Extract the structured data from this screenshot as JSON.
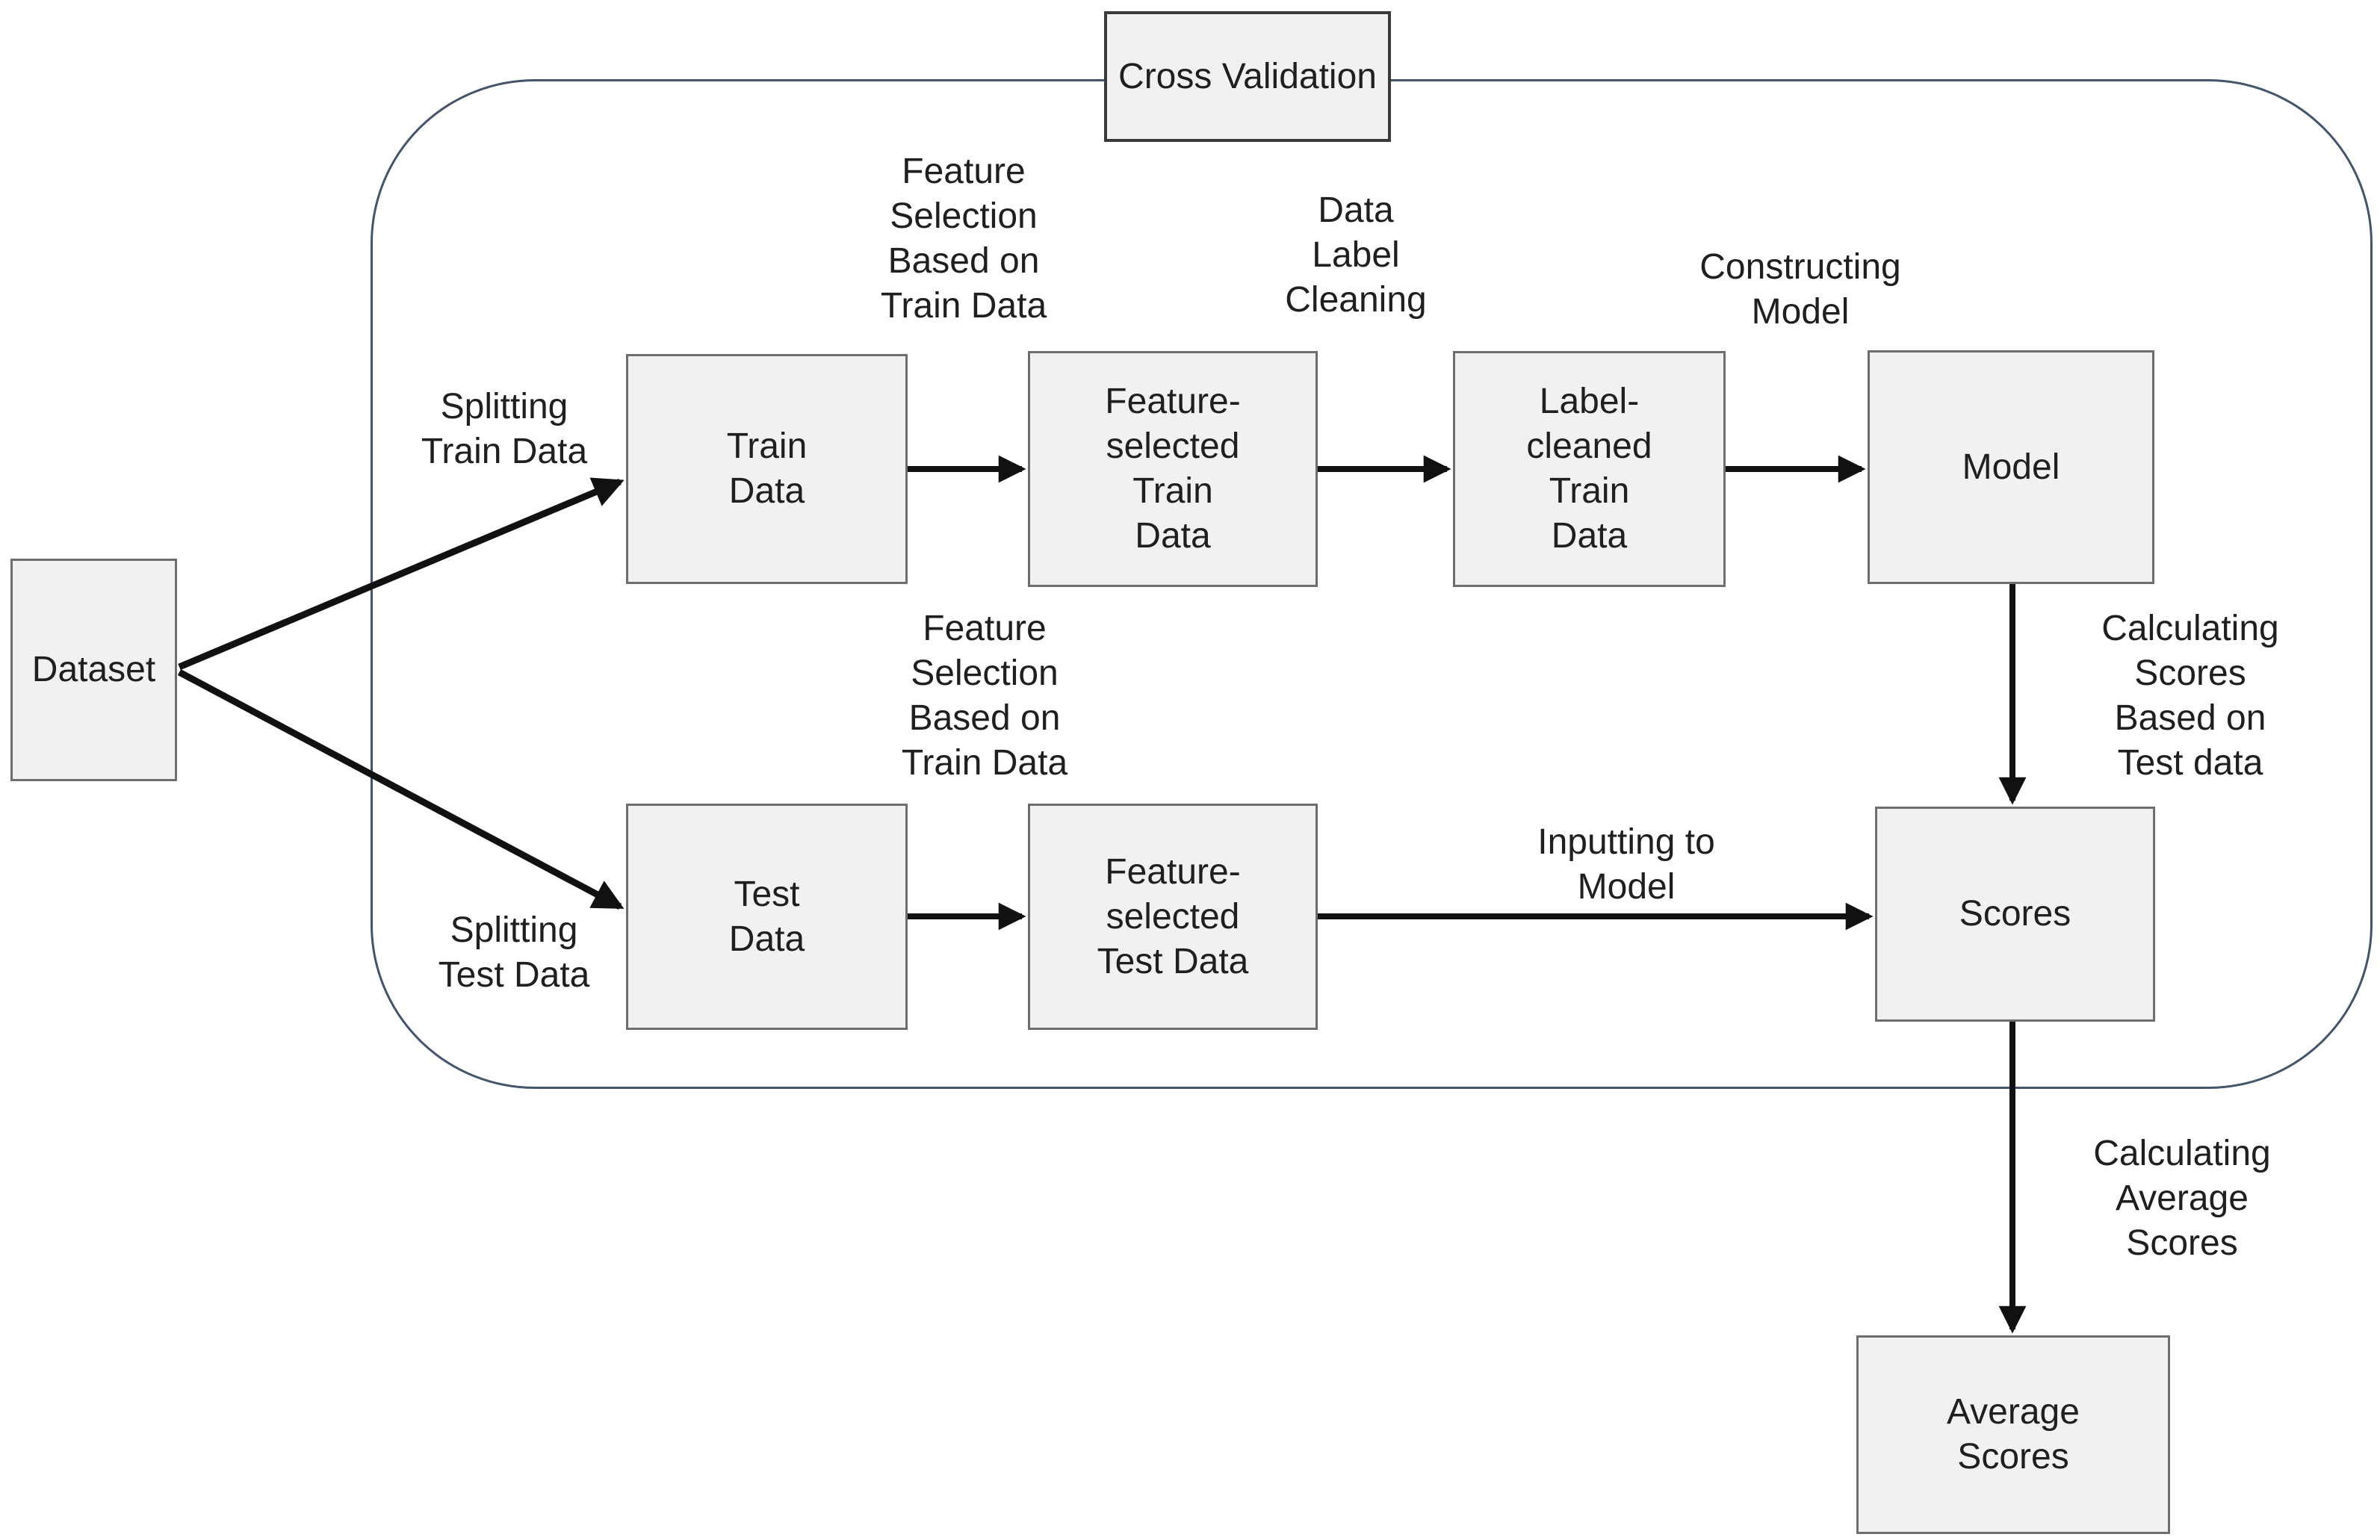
{
  "nodes": {
    "cross_validation": "Cross Validation",
    "dataset": "Dataset",
    "train_data": "Train\nData",
    "feature_selected_train_data": "Feature-\nselected\nTrain\nData",
    "label_cleaned_train_data": "Label-\ncleaned\nTrain\nData",
    "model": "Model",
    "test_data": "Test\nData",
    "feature_selected_test_data": "Feature-\nselected\nTest Data",
    "scores": "Scores",
    "average_scores": "Average\nScores"
  },
  "edge_labels": {
    "splitting_train": "Splitting\nTrain Data",
    "splitting_test": "Splitting\nTest Data",
    "feature_selection_train_top": "Feature\nSelection\nBased on\nTrain Data",
    "feature_selection_train_bottom": "Feature\nSelection\nBased on\nTrain Data",
    "data_label_cleaning": "Data\nLabel\nCleaning",
    "constructing_model": "Constructing\nModel",
    "inputting_to_model": "Inputting to\nModel",
    "calculating_scores": "Calculating\nScores\nBased on\nTest data",
    "calculating_average": "Calculating\nAverage\nScores"
  },
  "colors": {
    "box_fill": "#f1f1f1",
    "box_border": "#6e6e6e",
    "container_border": "#44546a",
    "arrow": "#111111",
    "text": "#1f1f1f"
  }
}
